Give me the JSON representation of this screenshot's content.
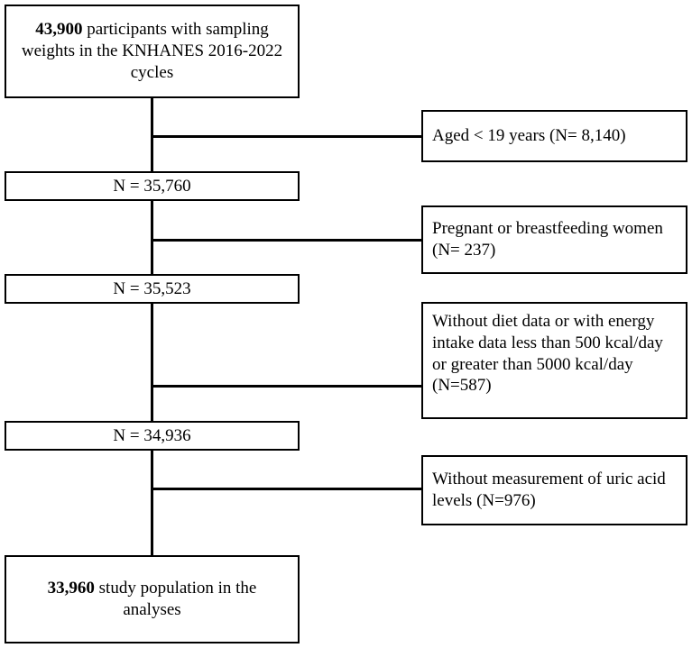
{
  "diagram": {
    "title": "KNHANES study population flow diagram",
    "type": "flowchart",
    "line_color": "#000000",
    "box_border_color": "#000000",
    "background_color": "#ffffff"
  },
  "main_nodes": [
    {
      "id": "enrolled",
      "count": "43,900",
      "text": " participants with sampling weights in the KNHANES 2016-2022 cycles",
      "full_text": "43,900 participants with sampling weights in the KNHANES 2016-2022 cycles"
    },
    {
      "id": "after-age",
      "label": "N = 35,760"
    },
    {
      "id": "after-pregnancy",
      "label": "N = 35,523"
    },
    {
      "id": "after-diet",
      "label": "N = 34,936"
    },
    {
      "id": "final",
      "count": "33,960",
      "text": " study population in the analyses",
      "full_text": "33,960 study population in the analyses"
    }
  ],
  "exclusion_nodes": [
    {
      "id": "excl-age",
      "label": "Aged < 19 years (N= 8,140)"
    },
    {
      "id": "excl-pregnancy",
      "label": "Pregnant or breastfeeding women (N= 237)"
    },
    {
      "id": "excl-diet",
      "label": "Without diet data or with energy intake data less than 500 kcal/day or greater than 5000 kcal/day (N=587)"
    },
    {
      "id": "excl-uric",
      "label": "Without measurement of uric acid levels (N=976)"
    }
  ]
}
